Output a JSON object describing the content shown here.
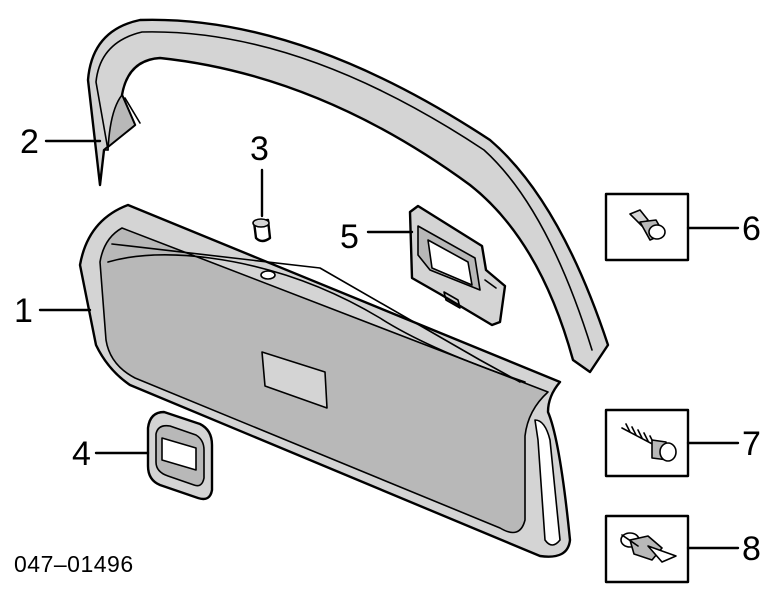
{
  "diagram_code": "047–01496",
  "callouts": [
    {
      "id": "1",
      "label": "1"
    },
    {
      "id": "2",
      "label": "2"
    },
    {
      "id": "3",
      "label": "3"
    },
    {
      "id": "4",
      "label": "4"
    },
    {
      "id": "5",
      "label": "5"
    },
    {
      "id": "6",
      "label": "6"
    },
    {
      "id": "7",
      "label": "7"
    },
    {
      "id": "8",
      "label": "8"
    }
  ]
}
